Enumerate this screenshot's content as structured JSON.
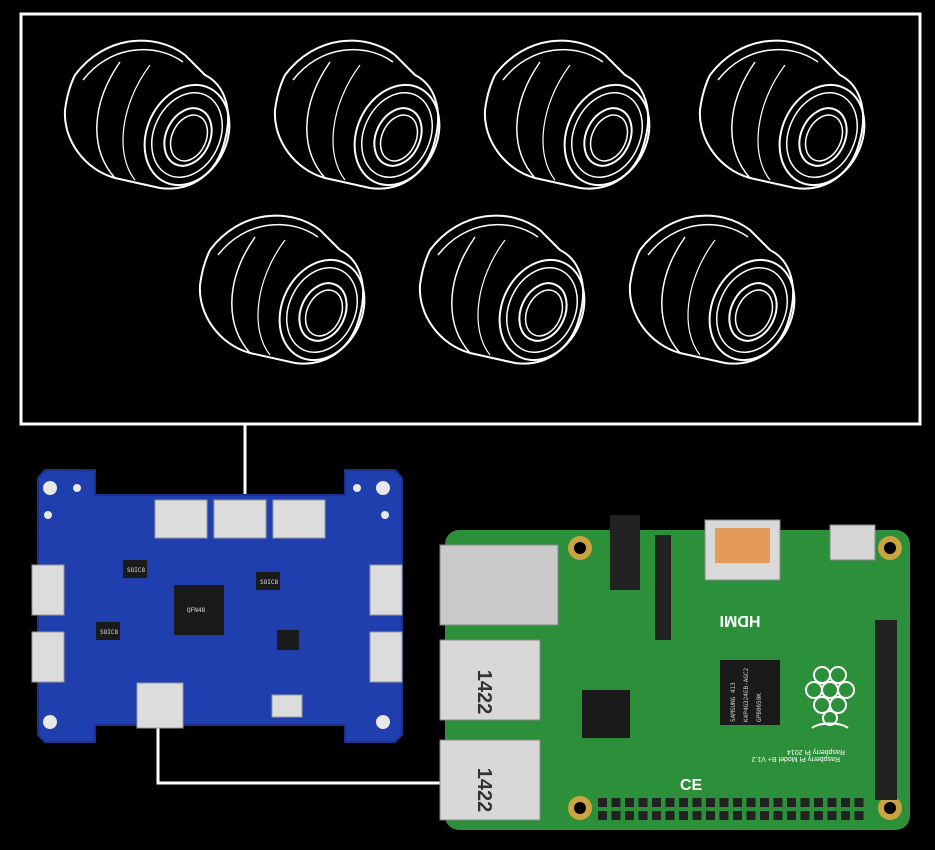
{
  "colors": {
    "background": "#000000",
    "outline": "#ffffff",
    "controller_board": "#1f3fae",
    "pi_board": "#2c8f3a",
    "connector": "#dcdcdc",
    "gold_pad": "#c9a441",
    "chip": "#1a1a1a"
  },
  "wheels": {
    "count": 7,
    "top_row": 4,
    "bottom_row": 3,
    "icon": "wheel-outline-icon"
  },
  "controller": {
    "icon": "motor-controller-board-icon",
    "chip_labels": [
      "SOIC8",
      "SOIC8",
      "SOIC8",
      "QFN48"
    ]
  },
  "raspberry_pi": {
    "icon": "raspberry-pi-icon",
    "hdmi_label": "HDMI",
    "usb_labels": [
      "1422",
      "1422"
    ],
    "ram_chip_lines": [
      "SAMSUNG 413",
      "K4P4G324EB-AGC2",
      "GPB0659K"
    ],
    "board_text_1": "Raspberry Pi 2014",
    "board_text_2": "Raspberry Pi Model B+ V1.2",
    "ce_mark": "CE"
  }
}
